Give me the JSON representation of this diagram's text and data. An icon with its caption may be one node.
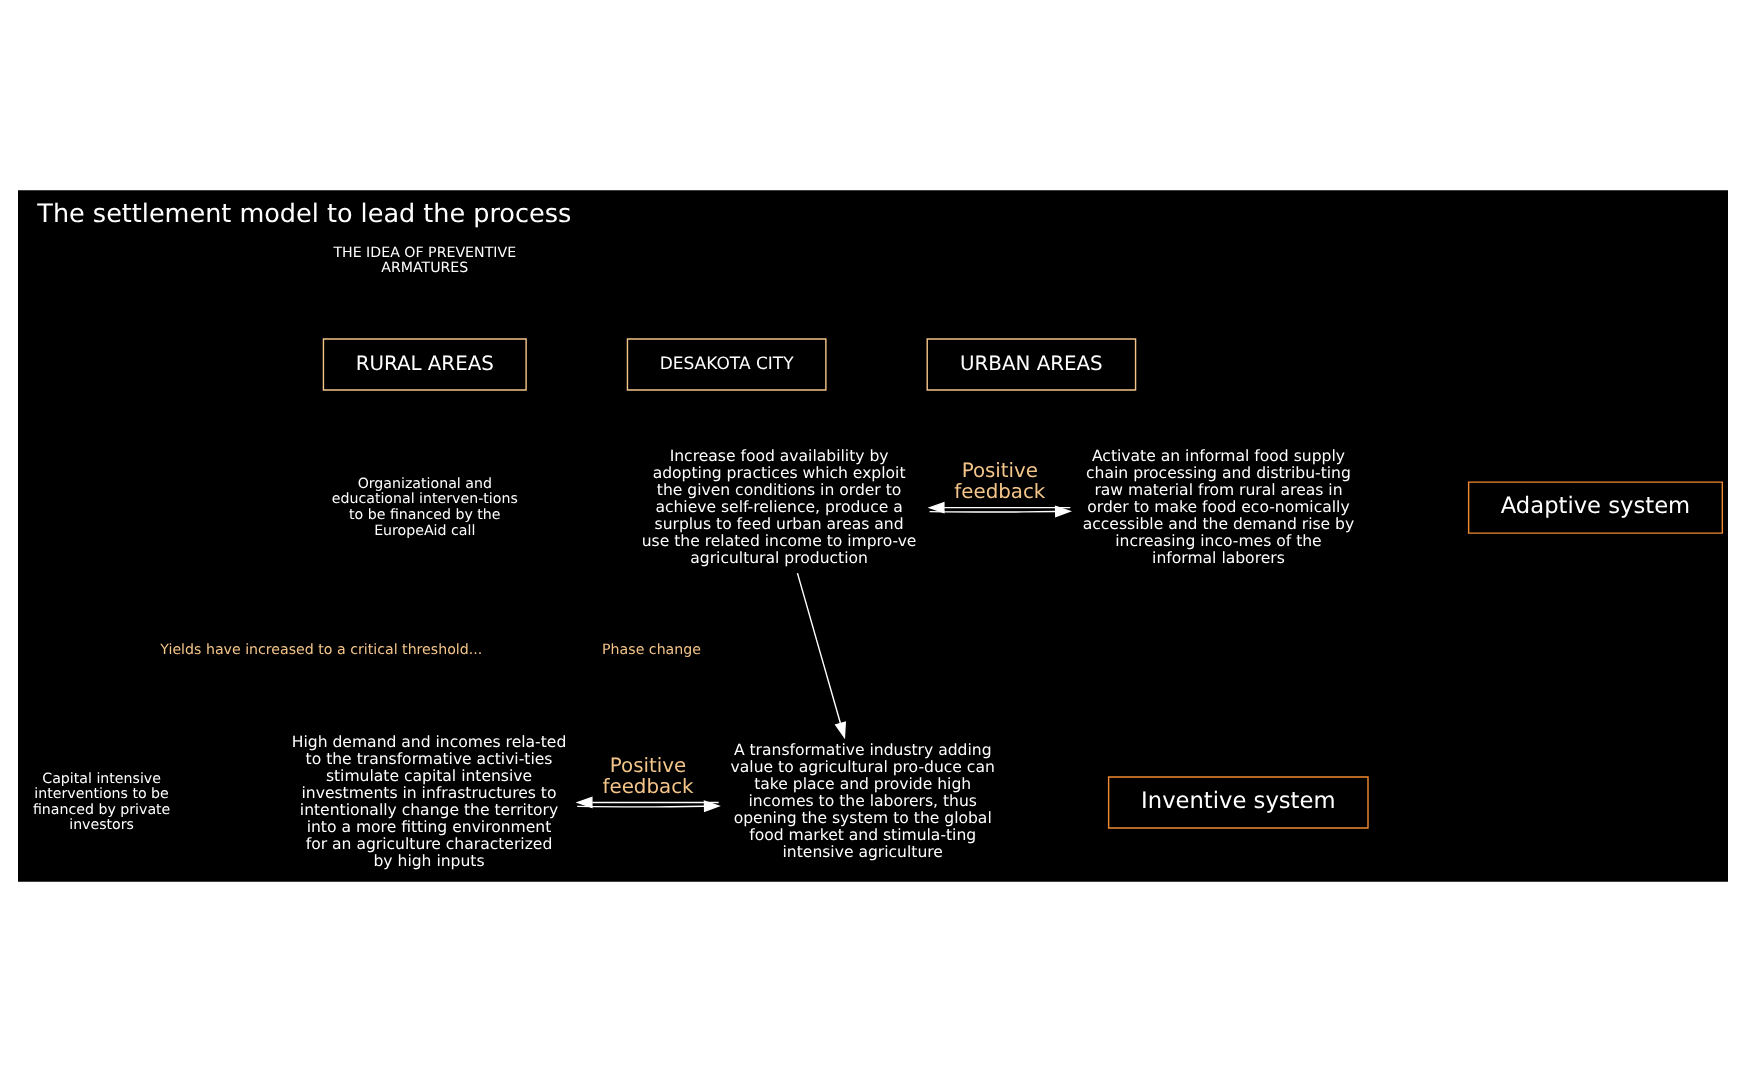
{
  "diagram": {
    "title": "The settlement model to lead the process",
    "nodes": [
      {
        "text": [
          "RURAL AREAS"
        ]
      },
      {
        "text": [
          "DESAKOTA CITY"
        ]
      },
      {
        "text": [
          "URBAN AREAS"
        ]
      },
      {
        "text": [
          "Adaptive system"
        ]
      },
      {
        "text": [
          "Inventive system"
        ]
      },
      {
        "text": [
          "Increase food availability by adopting practices which exploit the given conditions in order to achieve self-relience, produce a surplus to feed urban areas and use the related income to impro-ve agricultural production"
        ]
      },
      {
        "text": [
          "Activate an informal food supply chain processing and distribu-ting raw material from rural areas in order to make food eco-nomically accessible and the demand rise by increasing inco-mes of the informal laborers"
        ]
      },
      {
        "text": [
          "High demand and incomes rela-ted to the transformative activi-ties stimulate capital intensive investments in infrastructures to intentionally change the territory into a more fitting environment for an agriculture characterized by high inputs"
        ]
      },
      {
        "text": [
          "A transformative industry adding value to agricultural pro-duce can take place and provide high incomes to the laborers, thus opening the system to the global food market and stimula-ting intensive agriculture"
        ]
      }
    ],
    "edges": [
      {
        "from": 5,
        "to": 6,
        "arrow": "to"
      },
      {
        "from": 6,
        "to": 5,
        "arrow": "to",
        "label": "Positive feedback"
      },
      {
        "from": 5,
        "to": 8,
        "arrow": "to"
      },
      {
        "from": 7,
        "to": 8,
        "arrow": "to"
      },
      {
        "from": 8,
        "to": 7,
        "arrow": "to",
        "label": "Positive feedback"
      }
    ],
    "labels": [
      "THE IDEA OF PREVENTIVE ARMATURES",
      "Organizational and educational interven-tions to be financed by the EuropeAid call",
      "Yields have increased to a critical threshold...",
      "Phase change",
      "Capital intensive interventions to be financed by private investors"
    ]
  }
}
